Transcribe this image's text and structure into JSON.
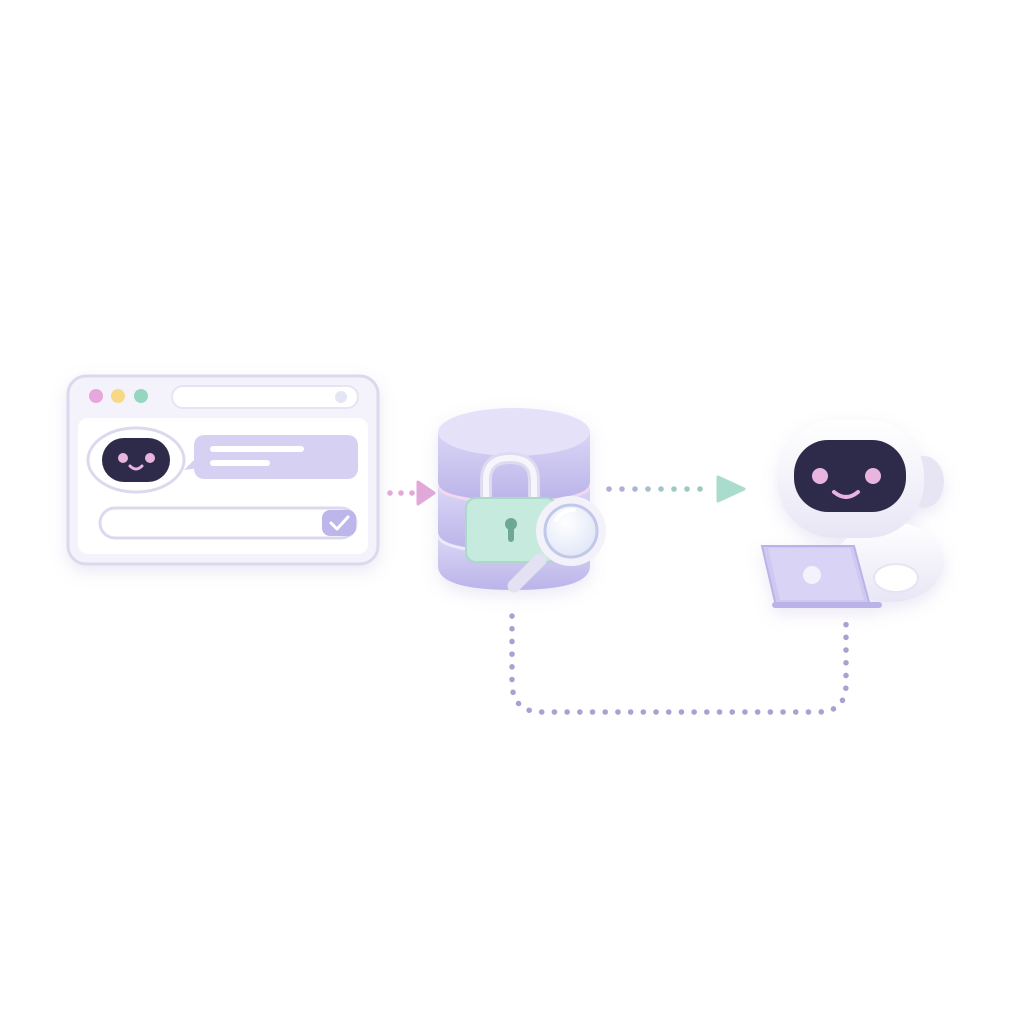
{
  "colors": {
    "lavender": "#c9c4ec",
    "lavender_light": "#e4e1f7",
    "lavender_dark": "#a9a2df",
    "face_dark": "#2d2a4a",
    "pink": "#e8b5df",
    "mint": "#a9dccd",
    "dot_purple": "#a7a2cf",
    "dot_pink": "#e2a9d8",
    "dot_teal": "#9ccabf"
  },
  "icons": {
    "chat_window": "chatbot-window-icon",
    "database": "database-icon",
    "lock": "padlock-icon",
    "magnifier": "magnifying-glass-icon",
    "agent": "robot-with-laptop-icon",
    "check": "check-icon"
  },
  "flow": [
    {
      "from": "chatbot-window",
      "to": "secure-database",
      "style": "dotted-arrow"
    },
    {
      "from": "secure-database",
      "to": "robot-agent",
      "style": "dotted-arrow"
    },
    {
      "from": "robot-agent",
      "to": "secure-database",
      "style": "dotted-loop"
    }
  ]
}
